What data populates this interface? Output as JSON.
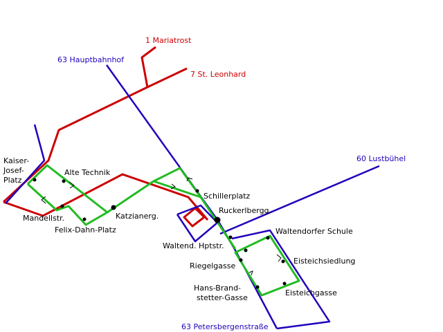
{
  "colors": {
    "tram_red": "#cc0000",
    "bus_blue": "#2200bb",
    "green_route": "#22bb22",
    "stop": "#000000",
    "text": "#000000"
  },
  "lines": {
    "tram_1": "1 Mariatrost",
    "tram_7": "7 St. Leonhard",
    "bus_63_north": "63 Hauptbahnhof",
    "bus_60": "60 Lustbühel",
    "bus_63_south": "63 Petersbergenstraße"
  },
  "stops": {
    "kaiser_josef_platz": [
      "Kaiser-",
      "Josef-",
      "Platz"
    ],
    "alte_technik": "Alte Technik",
    "mandellstr": "Mandellstr.",
    "felix_dahn_platz": "Felix-Dahn-Platz",
    "katzianerg": "Katzianerg.",
    "schillerplatz": "Schillerplatz",
    "ruckerlbergg": "Ruckerlbergg.",
    "waltend_hptstr": "Waltend. Hptstr.",
    "waltendorfer_schule": "Waltendorfer Schule",
    "eisteichsiedlung": "Eisteichsiedlung",
    "riegelgasse": "Riegelgasse",
    "hans_brandstetter_gasse": [
      "Hans-Brand-",
      "stetter-Gasse"
    ],
    "eisteichgasse": "Eisteichgasse"
  }
}
